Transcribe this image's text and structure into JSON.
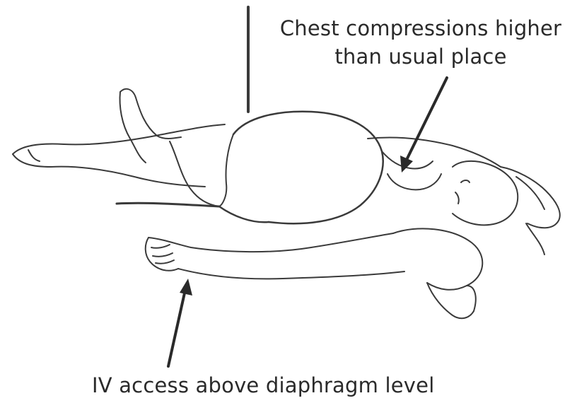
{
  "labels": {
    "compressions_line1": "Chest compressions higher",
    "compressions_line2": "than usual place",
    "iv_access": "IV access above diaphragm level"
  },
  "colors": {
    "ink": "#2a2a2a",
    "background": "#ffffff"
  }
}
